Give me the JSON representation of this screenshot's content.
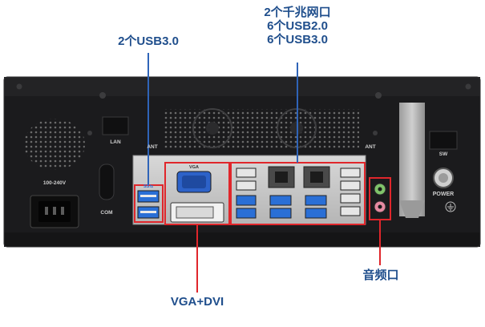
{
  "callouts": {
    "usb_left": "2个USB3.0",
    "network_line1": "2个千兆网口",
    "network_line2": "6个USB2.0",
    "network_line3": "6个USB3.0",
    "audio": "音频口",
    "vga_dvi": "VGA+DVI"
  },
  "panel_labels": {
    "power_input": "100-240V",
    "lan": "LAN",
    "com": "COM",
    "ant_left": "ANT",
    "ant_right": "ANT",
    "vga": "VGA",
    "sw": "SW",
    "power": "POWER",
    "usb_tag": "SS⇆"
  },
  "colors": {
    "callout_text": "#1f4e8c",
    "highlight_box": "#e0262b",
    "chassis": "#1c1c1e",
    "usb3_blue": "#2a6fd6",
    "vga_blue": "#2d62c8",
    "audio_green": "#7fc36a",
    "audio_pink": "#e58aa1"
  }
}
